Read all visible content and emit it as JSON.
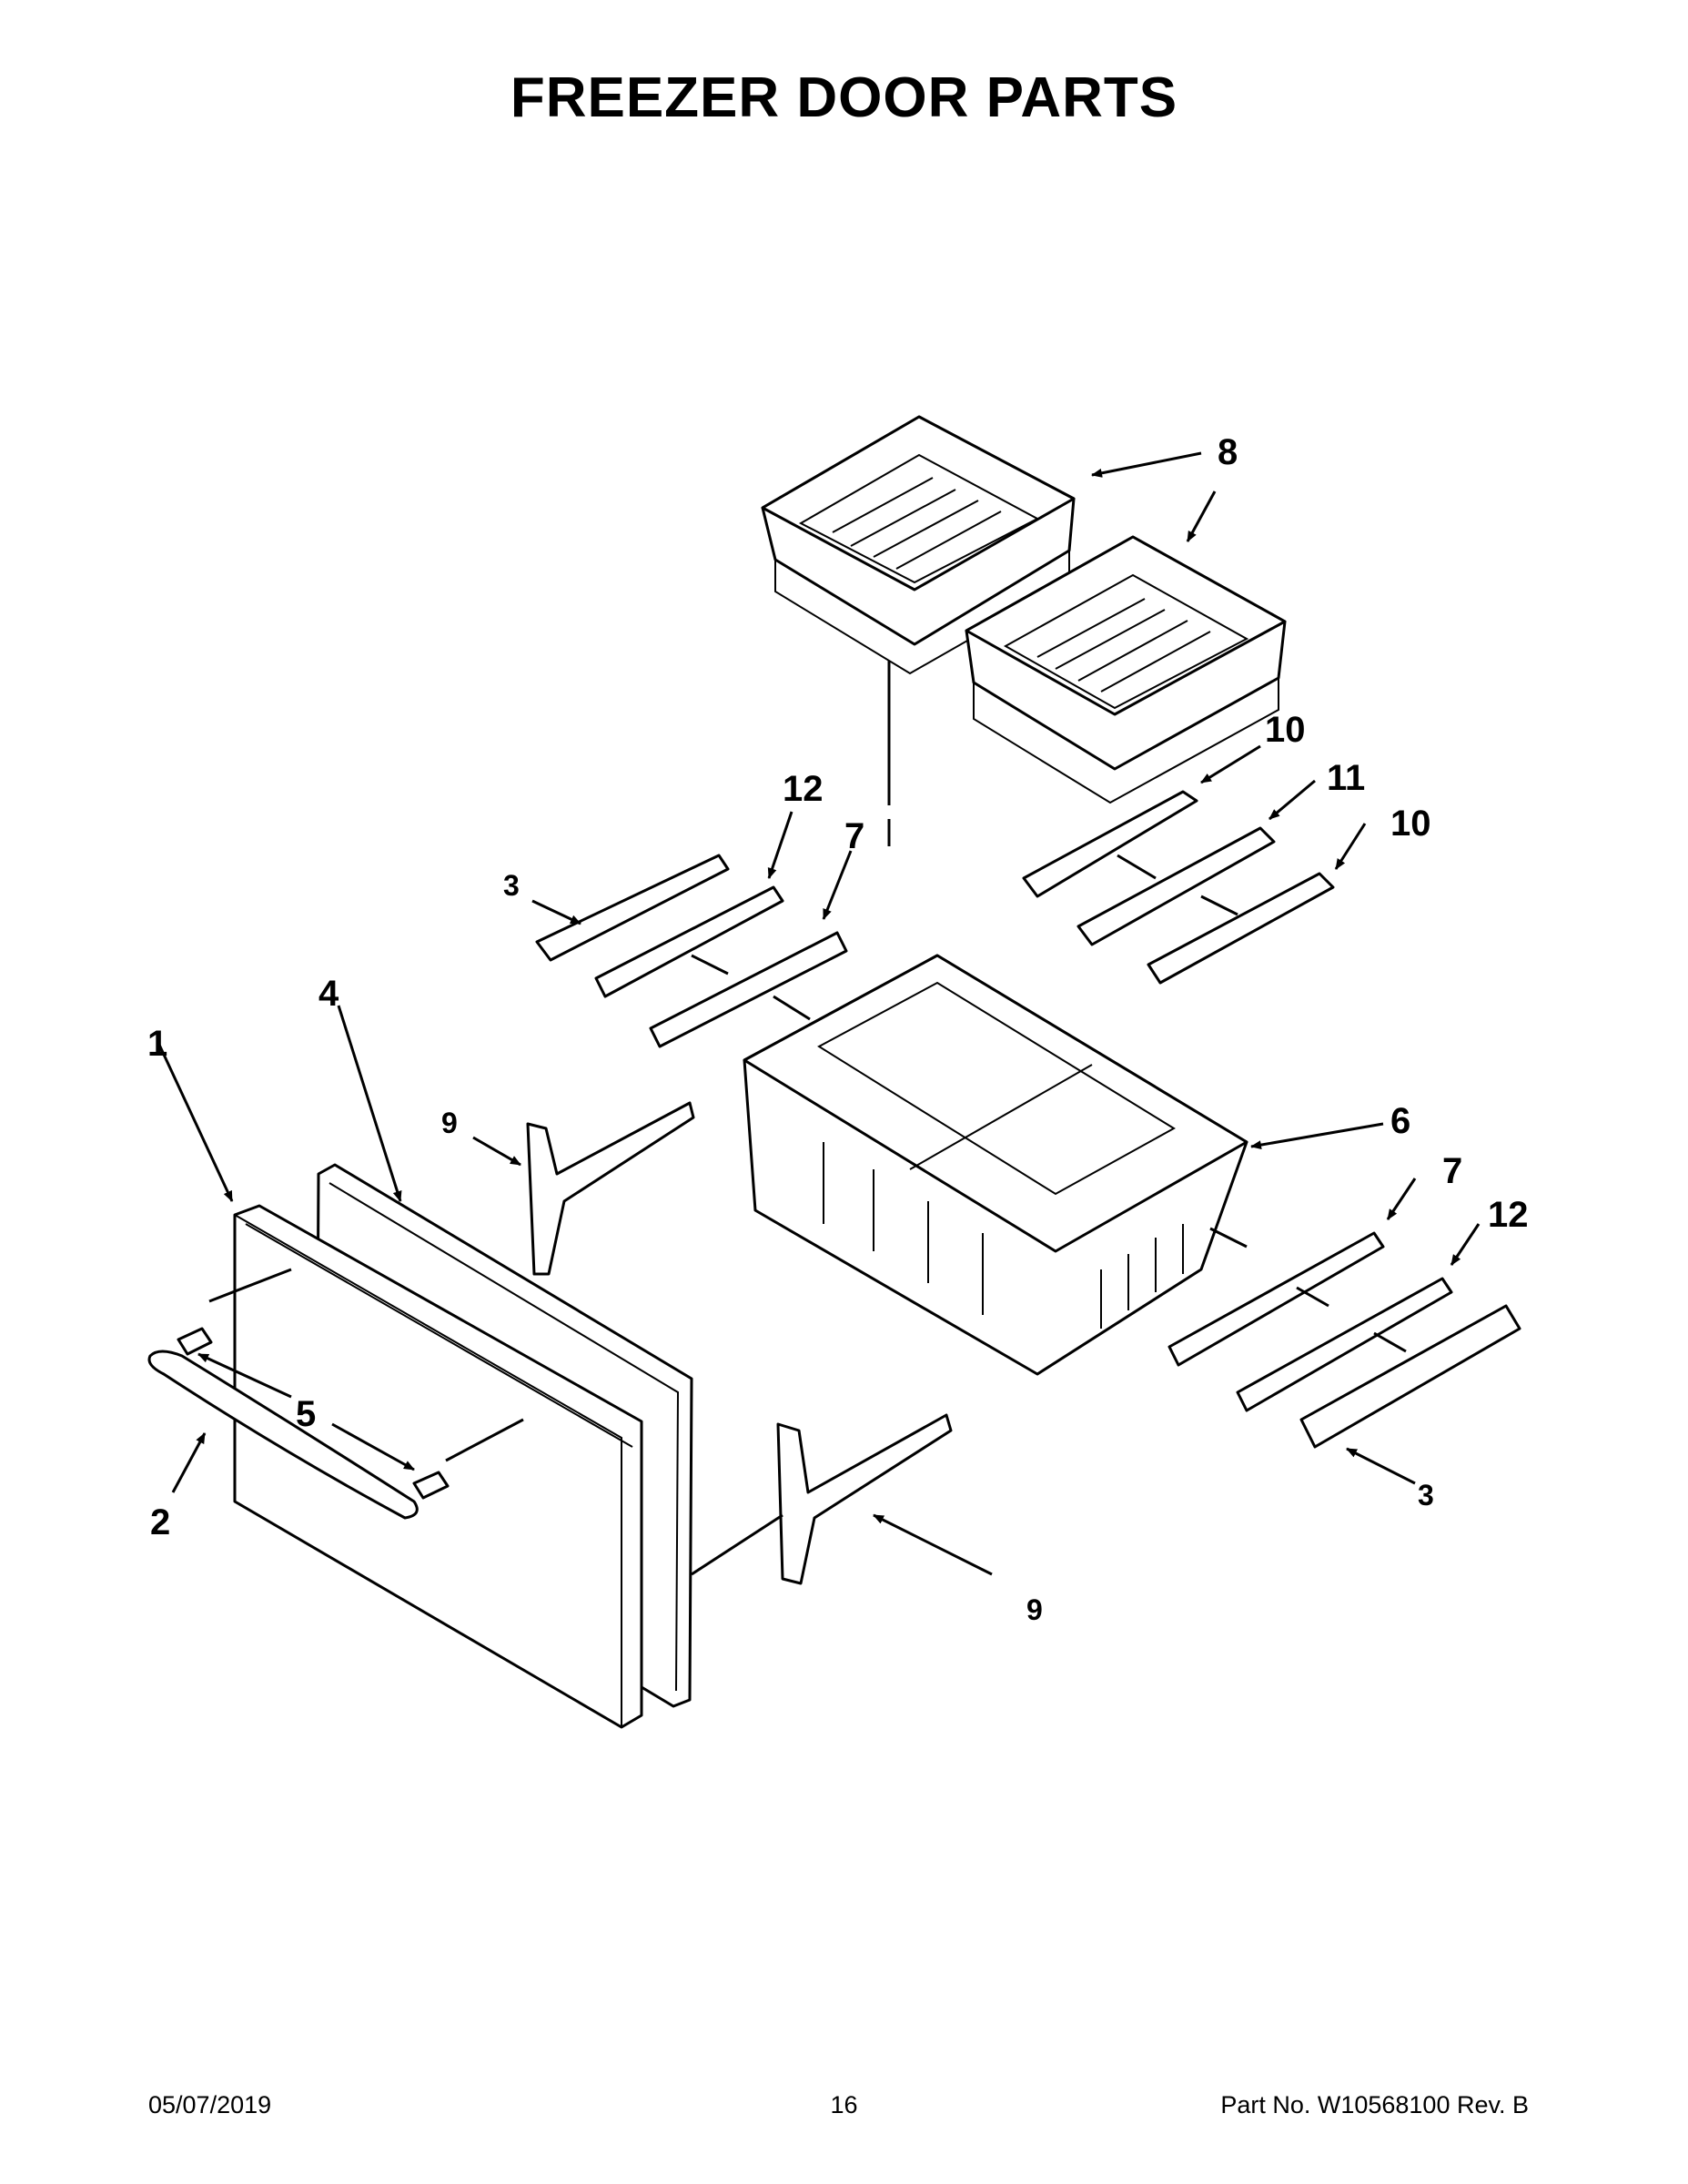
{
  "title": "FREEZER DOOR PARTS",
  "callouts": {
    "freezer_door": "1",
    "door_handle": "2",
    "end_cap_left": "3",
    "end_cap_right": "3",
    "door_gasket": "4",
    "handle_screws": "5",
    "freezer_basket": "6",
    "slide_rail_left": "7",
    "slide_rail_right": "7",
    "upper_baskets": "8",
    "support_bracket_left": "9",
    "support_bracket_right": "9",
    "upper_slide_front": "10",
    "upper_slide_back": "10",
    "upper_slide_center": "11",
    "rail_cover_left": "12",
    "rail_cover_right": "12"
  },
  "footer": {
    "date": "05/07/2019",
    "page": "16",
    "part_no": "Part No.  W10568100  Rev.  B"
  }
}
